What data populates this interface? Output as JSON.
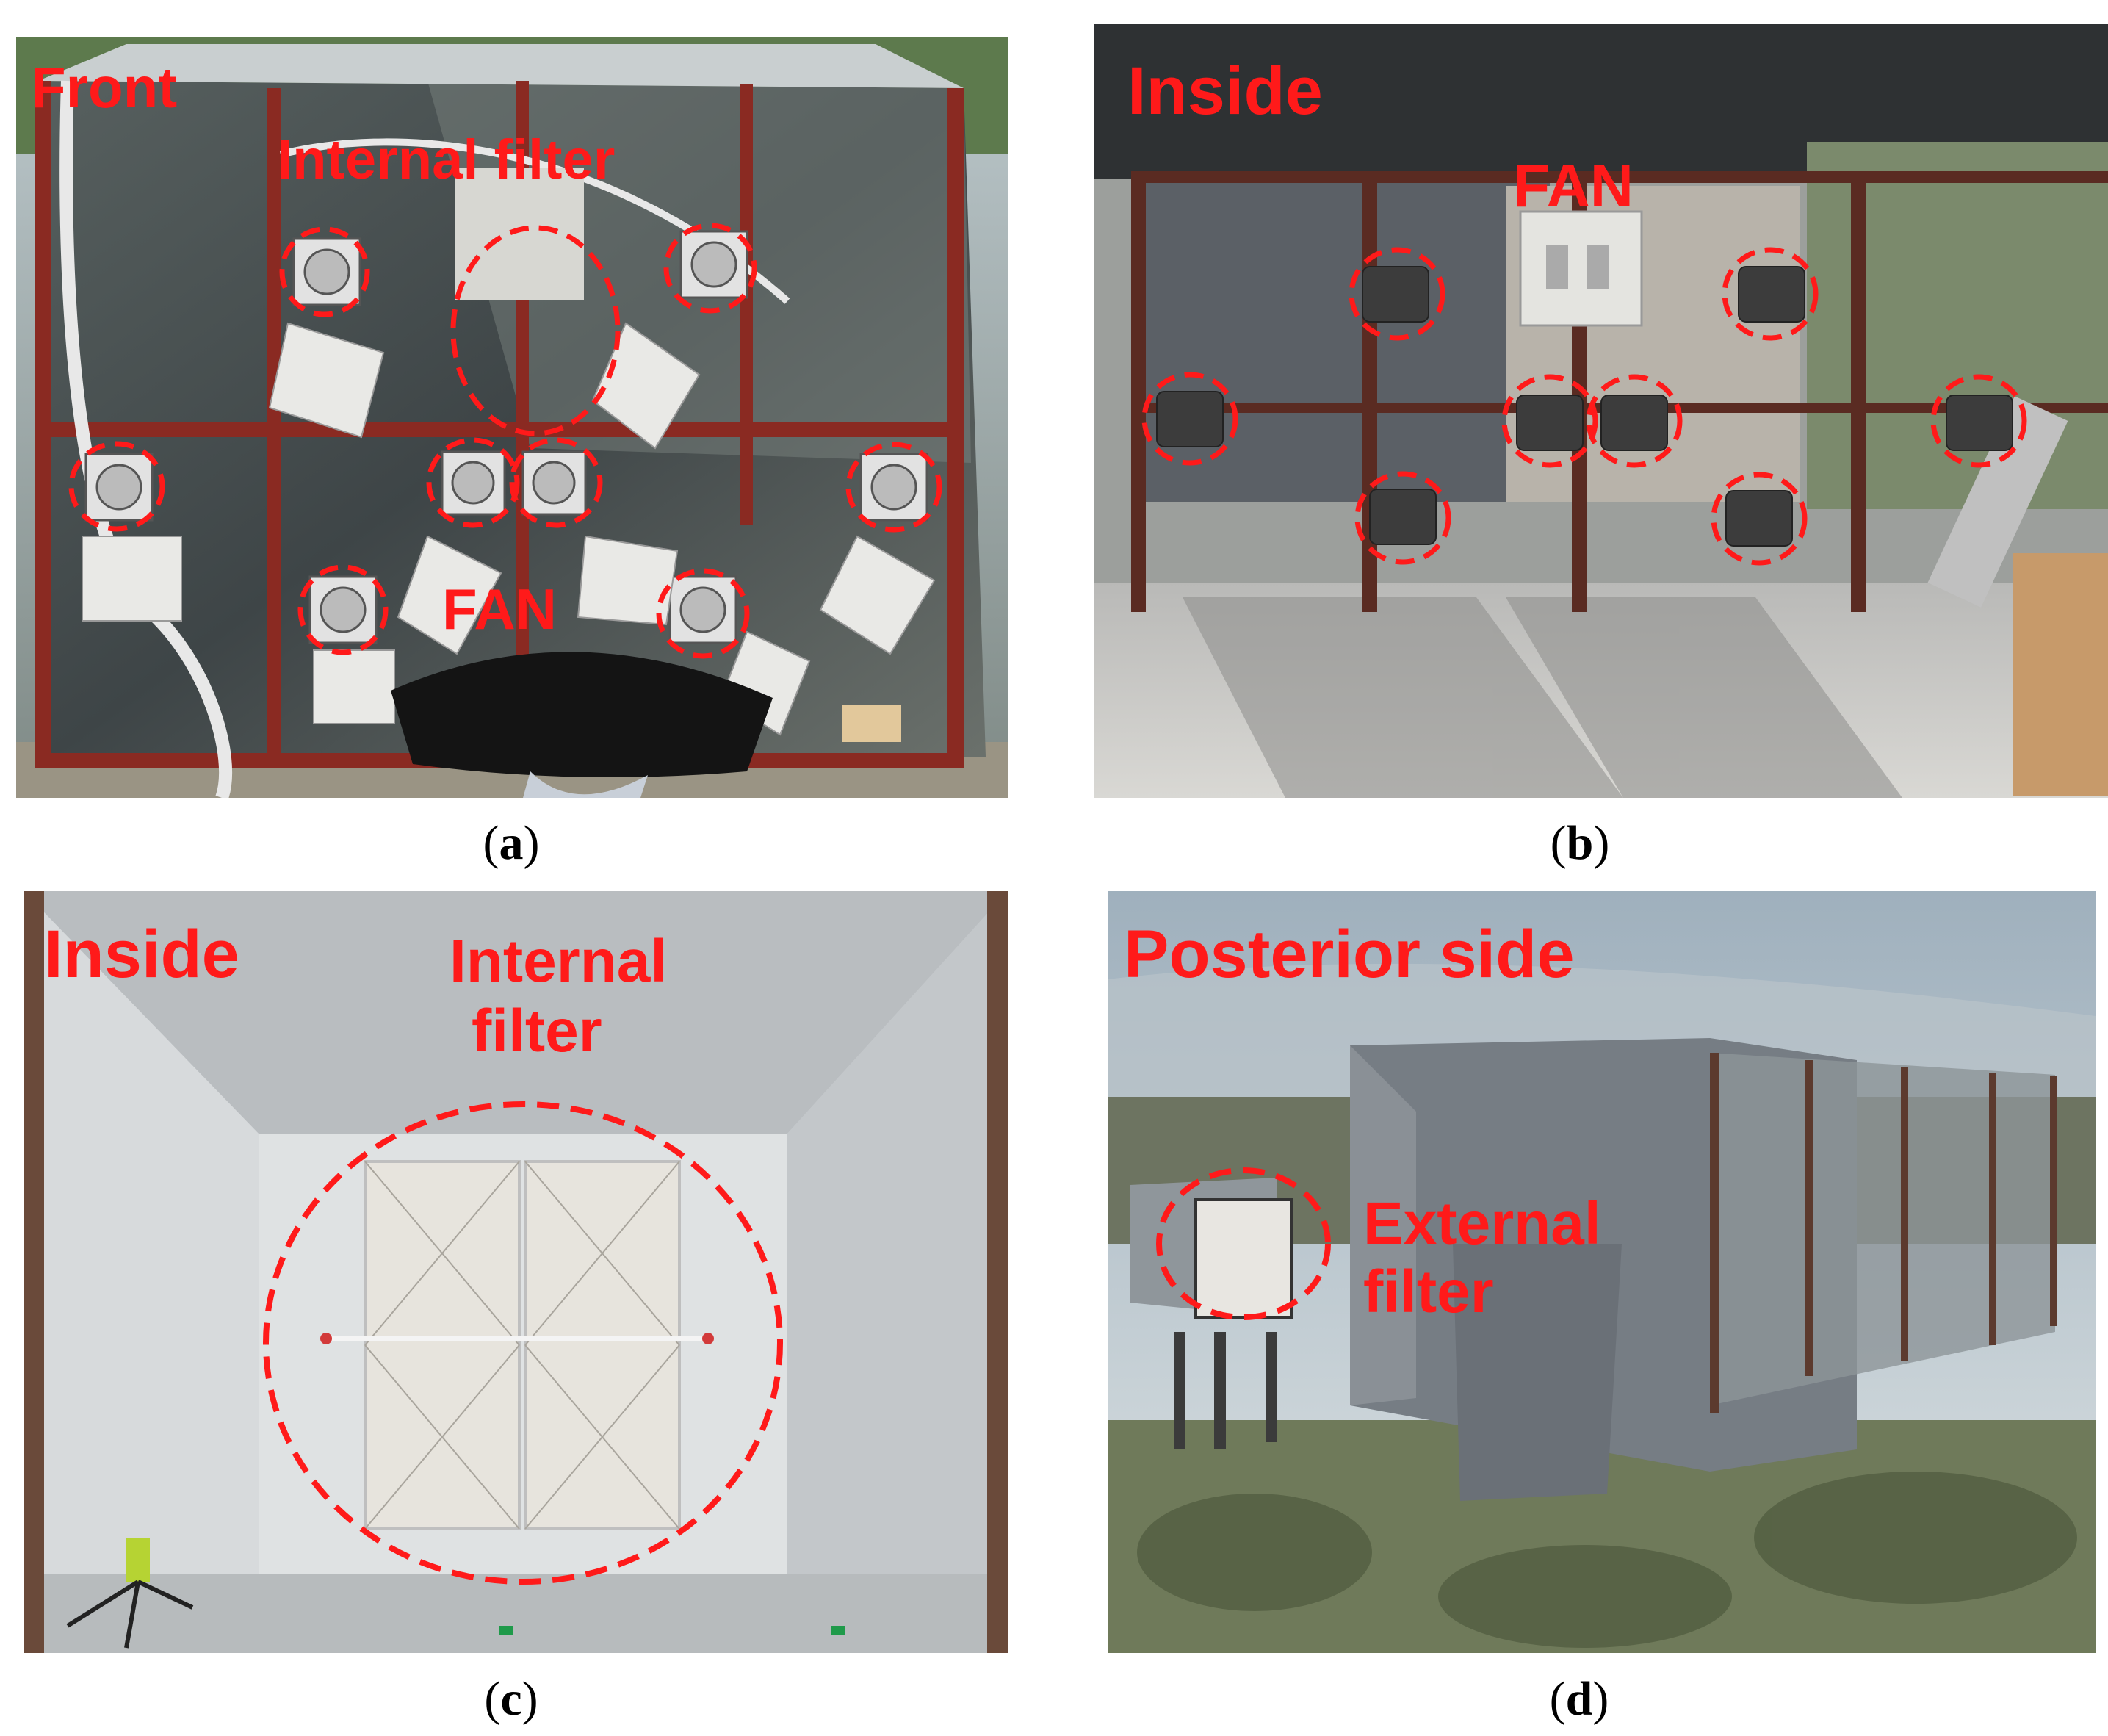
{
  "panels": {
    "a": {
      "caption_open": "(",
      "caption_letter": "a",
      "caption_close": ")",
      "labels": {
        "front": "Front",
        "internal_filter": "Internal filter",
        "fan": "FAN"
      }
    },
    "b": {
      "caption_open": "(",
      "caption_letter": "b",
      "caption_close": ")",
      "labels": {
        "inside": "Inside",
        "fan": "FAN"
      }
    },
    "c": {
      "caption_open": "(",
      "caption_letter": "c",
      "caption_close": ")",
      "labels": {
        "inside": "Inside",
        "internal_line1": "Internal",
        "internal_line2": "filter"
      }
    },
    "d": {
      "caption_open": "(",
      "caption_letter": "d",
      "caption_close": ")",
      "labels": {
        "posterior": "Posterior side",
        "external_line1": "External",
        "external_line2": "filter"
      }
    }
  },
  "colors": {
    "annotation": "#ff1a1a",
    "frame": "#8a2a22"
  }
}
